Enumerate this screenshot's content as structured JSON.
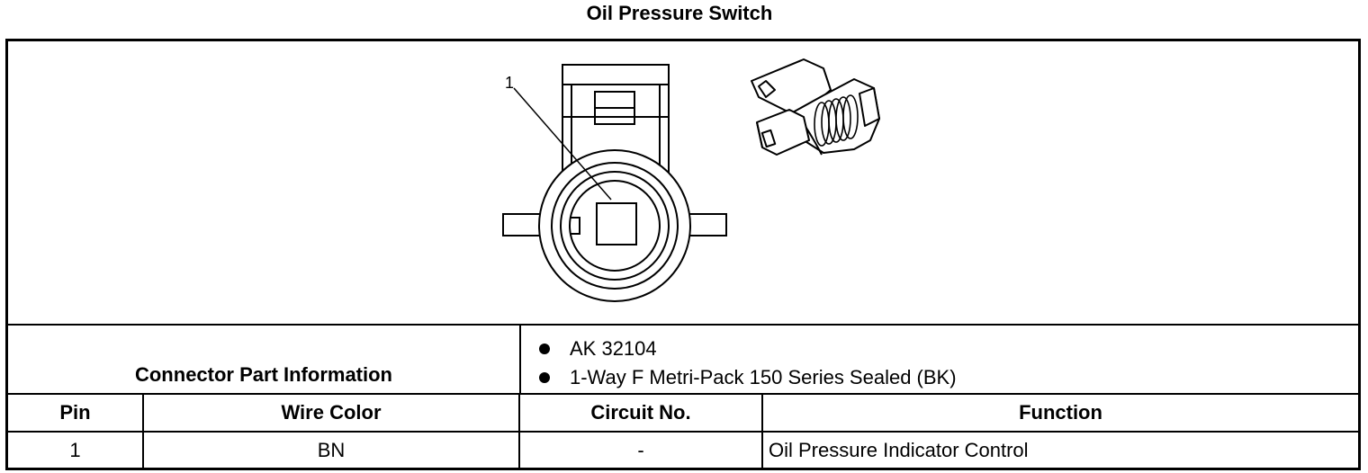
{
  "title": "Oil Pressure Switch",
  "diagram": {
    "callouts": [
      "1"
    ]
  },
  "connector_info": {
    "label": "Connector Part Information",
    "items": [
      "AK 32104",
      "1-Way F Metri-Pack 150 Series Sealed (BK)"
    ]
  },
  "pin_table": {
    "headers": [
      "Pin",
      "Wire Color",
      "Circuit No.",
      "Function"
    ],
    "rows": [
      {
        "pin": "1",
        "wire_color": "BN",
        "circuit": "-",
        "function": "Oil Pressure Indicator Control"
      }
    ]
  }
}
